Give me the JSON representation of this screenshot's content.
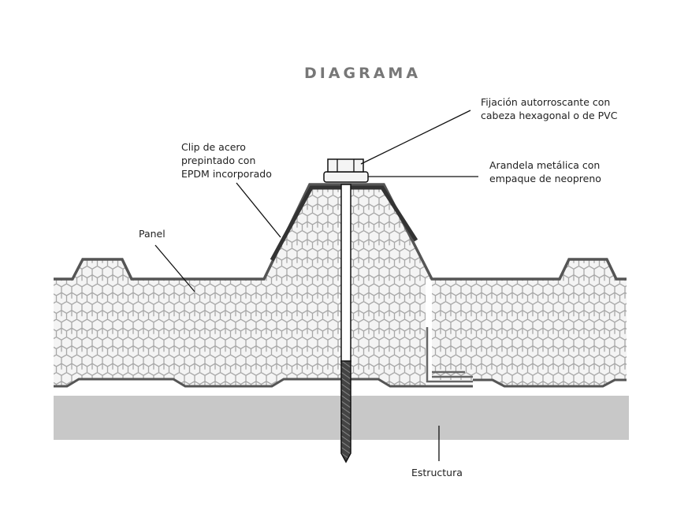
{
  "title": "DIAGRAMA",
  "labels": {
    "fijacion_1": "Fijación autorroscante con",
    "fijacion_2": "cabeza hexagonal o de PVC",
    "arandela_1": "Arandela metálica con",
    "arandela_2": "empaque de neopreno",
    "clip_1": "Clip de acero",
    "clip_2": "prepintado con",
    "clip_3": "EPDM incorporado",
    "panel": "Panel",
    "estructura": "Estructura"
  },
  "colors": {
    "foam": "#f2f2f2",
    "hex": "#a8a8a8",
    "steel": "#555555",
    "clip": "#333333",
    "structure": "#c8c8c8"
  }
}
